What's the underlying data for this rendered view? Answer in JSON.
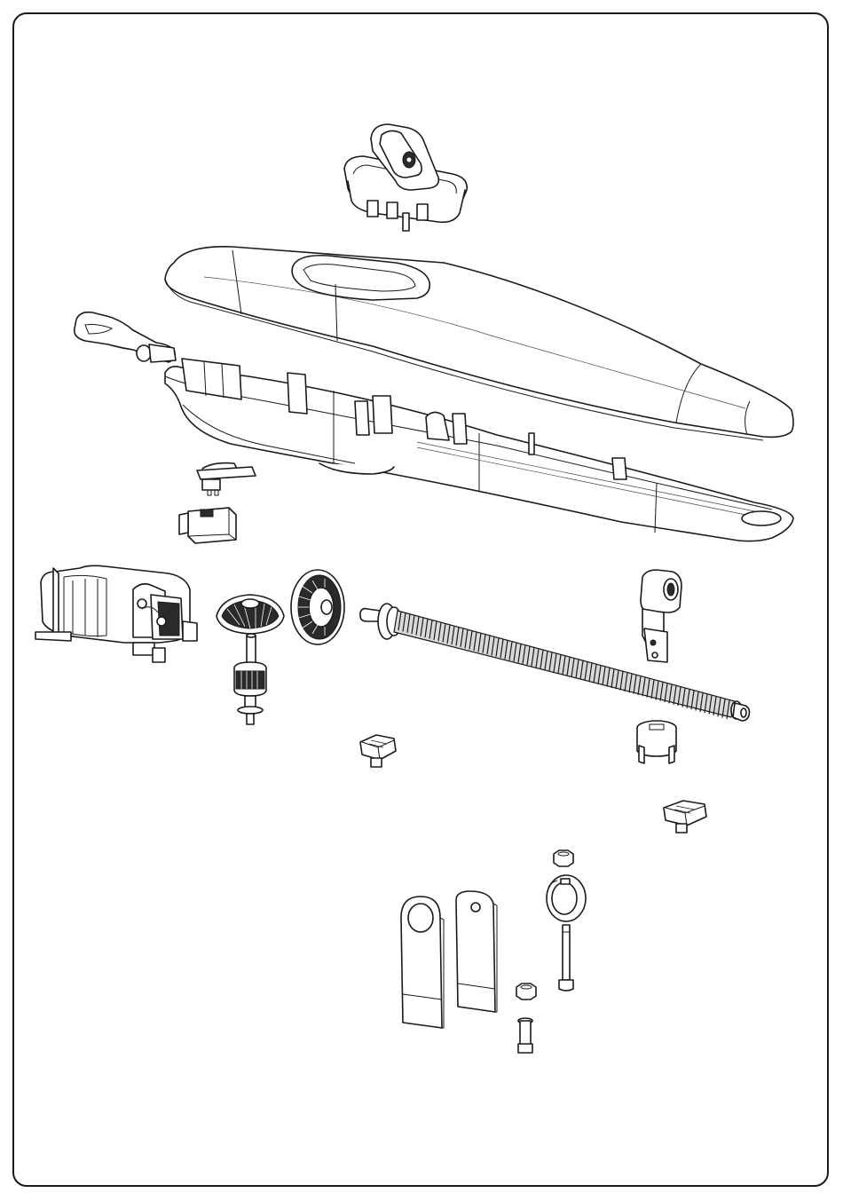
{
  "drawing": {
    "background": "#ffffff",
    "line_color": "#1a1a1a",
    "parts": [
      "selector-knob-assembly",
      "top-cover",
      "release-lever-arm",
      "lower-housing",
      "limit-switch-small",
      "connector-block",
      "electric-motor",
      "bevel-gear",
      "crown-gear",
      "pinion-shaft",
      "worm-screw",
      "nut-carriage-bracket",
      "square-nut-left",
      "bushing-cap",
      "square-nut-right",
      "flat-bracket-round-end",
      "flat-bracket-hole",
      "ring-clamp",
      "hex-nut-top",
      "long-bolt",
      "hex-nut-small",
      "short-pin"
    ]
  }
}
